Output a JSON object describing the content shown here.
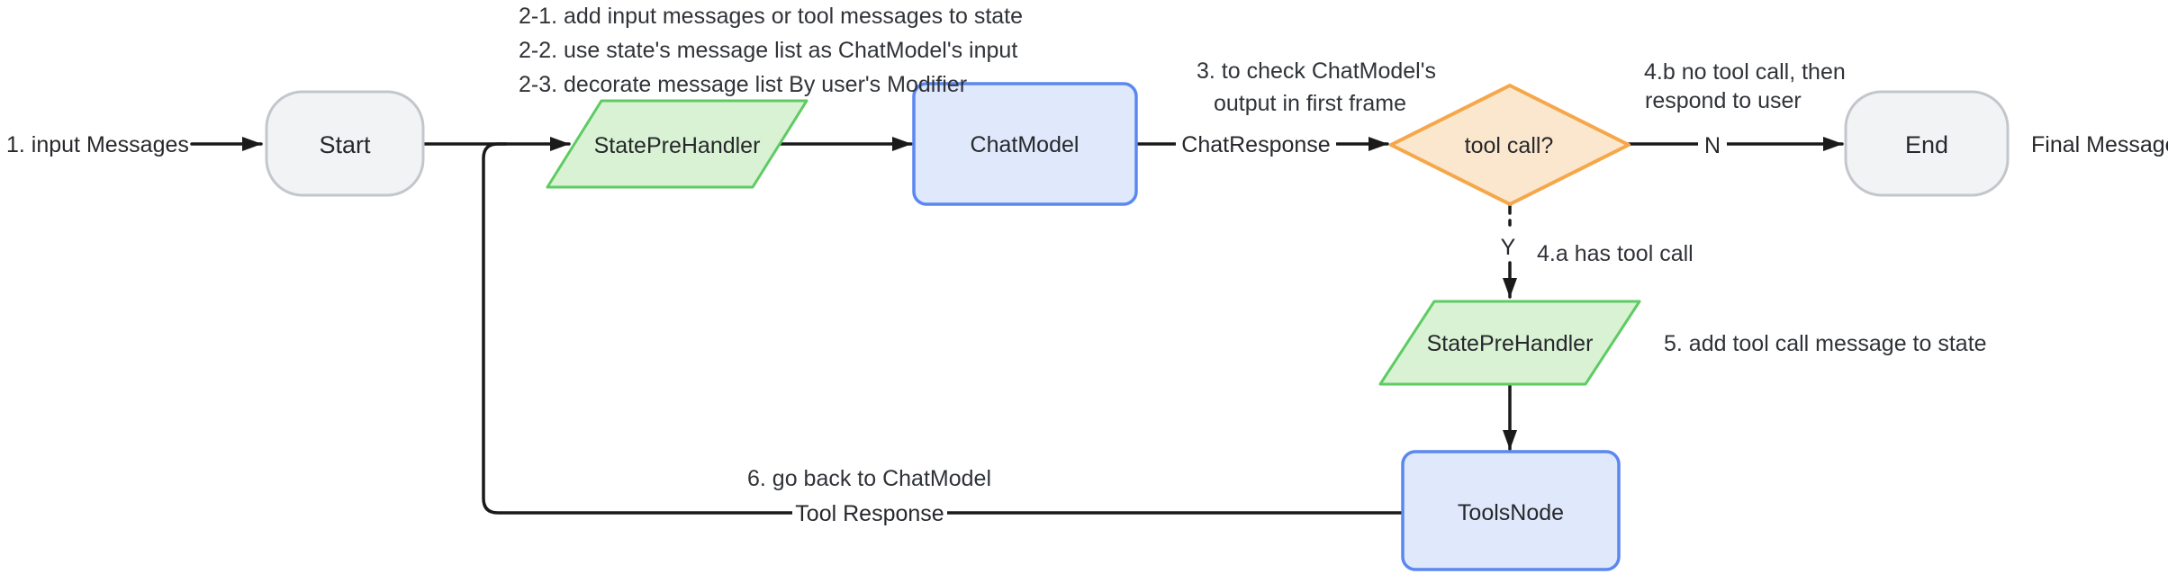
{
  "colors": {
    "line": "#1a1a1a",
    "text": "#26282c",
    "terminal_fill": "#f2f3f5",
    "terminal_border": "#c3c7cc",
    "process_fill": "#dfe9fb",
    "process_border": "#5b87f0",
    "handler_fill": "#d9f2d4",
    "handler_border": "#5ecb63",
    "decision_fill": "#fbe7cd",
    "decision_border": "#f5a74a"
  },
  "nodes": {
    "start": "Start",
    "state_pre_handler_top": "StatePreHandler",
    "chat_model": "ChatModel",
    "tool_call_decision": "tool call?",
    "end": "End",
    "state_pre_handler_bottom": "StatePreHandler",
    "tools_node": "ToolsNode"
  },
  "edge_labels": {
    "input": "1. input Messages",
    "chat_response": "ChatResponse",
    "no_branch": "N",
    "yes_branch": "Y",
    "final_message": "Final Message",
    "tool_response": "Tool Response"
  },
  "annotations": {
    "step2_lines": [
      "2-1. add input messages or tool messages to state",
      "2-2. use state's message list as ChatModel's input",
      "2-3. decorate message list By user's Modifier"
    ],
    "step3_lines": [
      "3. to check ChatModel's",
      "output in first frame"
    ],
    "step4b_lines": [
      "4.b no tool call, then",
      "respond to user"
    ],
    "step4a": "4.a has tool call",
    "step5": "5. add tool call message to state",
    "step6": "6. go back to ChatModel"
  }
}
